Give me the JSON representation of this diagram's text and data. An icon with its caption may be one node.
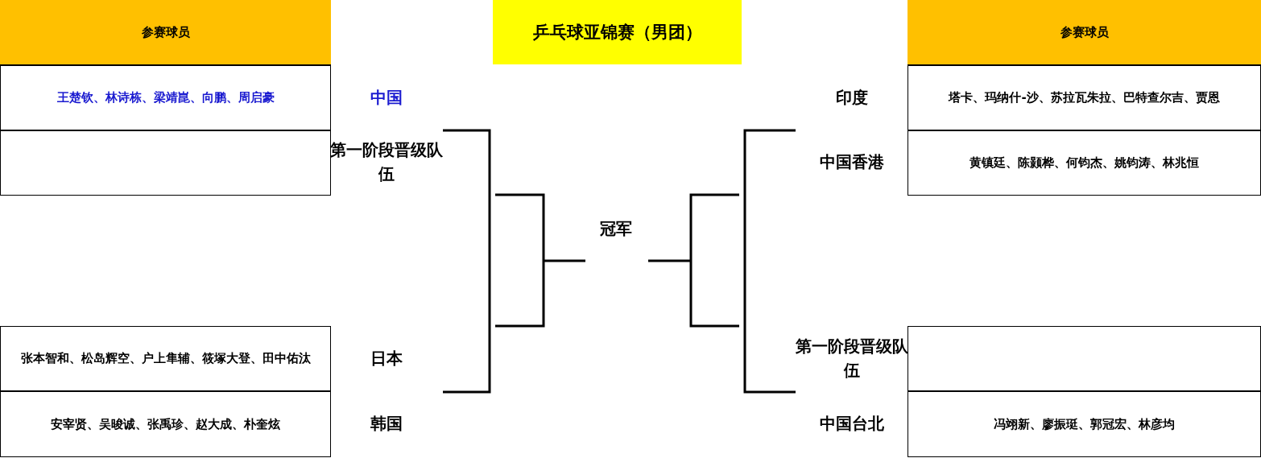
{
  "diagram": {
    "title": "乒乓球亚锦赛（男团）",
    "nodes": [
      {
        "text": [
          "参赛球员"
        ]
      },
      {
        "text": [
          "参赛球员"
        ]
      },
      {
        "text": [
          "王楚钦、林诗栋、梁靖崑、向鹏、周启豪"
        ]
      },
      {
        "text": [
          "塔卡、玛纳什-沙、苏拉瓦朱拉、巴特查尔吉、贾恩"
        ]
      },
      {
        "text": [],
        "shape": "box"
      },
      {
        "text": [
          "黄镇廷、陈颢桦、何钧杰、姚钧涛、林兆恒"
        ]
      },
      {
        "text": [
          "张本智和、松岛辉空、户上隼辅、筱塚大登、田中佑汰"
        ]
      },
      {
        "text": [],
        "shape": "box"
      },
      {
        "text": [
          "安宰贤、吴晙诚、张禹珍、赵大成、朴奎炫"
        ]
      },
      {
        "text": [
          "冯翊新、廖振珽、郭冠宏、林彦均"
        ]
      }
    ],
    "labels": [
      "中国",
      "印度",
      "第一阶段晋级队伍",
      "中国香港",
      "冠军",
      "日本",
      "第一阶段晋级队伍",
      "韩国",
      "中国台北"
    ]
  }
}
